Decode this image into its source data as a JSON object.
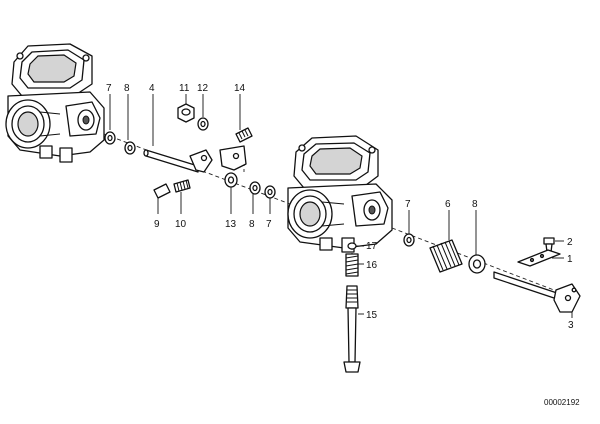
{
  "diagram": {
    "reference_code": "00002192",
    "callouts": [
      {
        "id": "7a",
        "label": "7"
      },
      {
        "id": "8a",
        "label": "8"
      },
      {
        "id": "4",
        "label": "4"
      },
      {
        "id": "11",
        "label": "11"
      },
      {
        "id": "12",
        "label": "12"
      },
      {
        "id": "14",
        "label": "14"
      },
      {
        "id": "9",
        "label": "9"
      },
      {
        "id": "10",
        "label": "10"
      },
      {
        "id": "13",
        "label": "13"
      },
      {
        "id": "8b",
        "label": "8"
      },
      {
        "id": "7b",
        "label": "7"
      },
      {
        "id": "17",
        "label": "17"
      },
      {
        "id": "16",
        "label": "16"
      },
      {
        "id": "15",
        "label": "15"
      },
      {
        "id": "7c",
        "label": "7"
      },
      {
        "id": "6",
        "label": "6"
      },
      {
        "id": "8c",
        "label": "8"
      },
      {
        "id": "2",
        "label": "2"
      },
      {
        "id": "1",
        "label": "1"
      },
      {
        "id": "3",
        "label": "3"
      }
    ]
  }
}
